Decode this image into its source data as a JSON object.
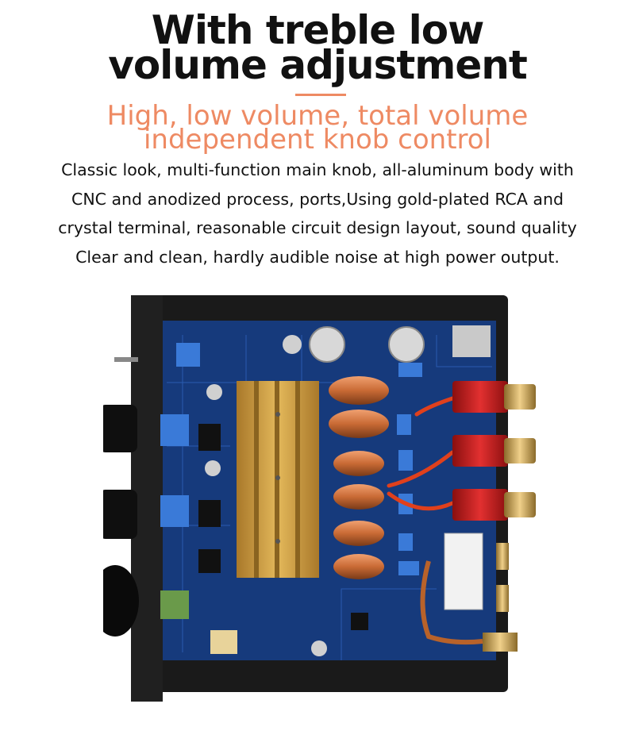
{
  "headline": {
    "line1": "With treble low",
    "line2": "volume adjustment"
  },
  "subheadline": {
    "line1": "High, low volume, total volume",
    "line2": "independent knob control"
  },
  "description": {
    "line1": "Classic look, multi-function main knob, all-aluminum body with",
    "line2": "CNC and anodized process, ports,Using gold-plated RCA and",
    "line3": "crystal terminal, reasonable circuit design layout, sound quality",
    "line4": "Clear and clean, hardly audible noise at high power output."
  },
  "colors": {
    "accent": "#ee8a63",
    "headline": "#111111",
    "pcb": "#163a7c",
    "heatsink": "#c89a3a",
    "terminal_red": "#c81e1e",
    "case": "#1a1a1a"
  }
}
